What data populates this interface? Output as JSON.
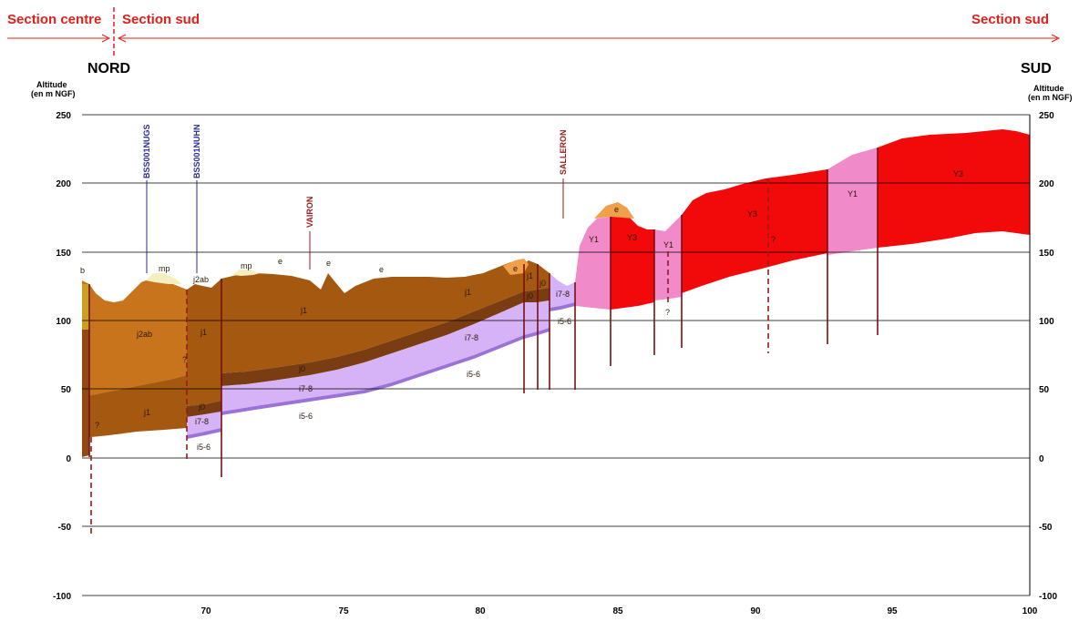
{
  "header": {
    "section_left": "Section centre",
    "section_middle": "Section sud",
    "section_right": "Section sud",
    "north": "NORD",
    "south": "SUD"
  },
  "axes": {
    "left_title_1": "Altitude",
    "left_title_2": "(en m NGF)",
    "right_title_1": "Altitude",
    "right_title_2": "(en m NGF)",
    "y_ticks": [
      "250",
      "200",
      "150",
      "100",
      "50",
      "0",
      "-50",
      "-100"
    ],
    "x_ticks": [
      "70",
      "75",
      "80",
      "85",
      "90",
      "95",
      "100"
    ]
  },
  "wells": [
    {
      "label": "BSS001NUGS",
      "color": "#2b2b9a"
    },
    {
      "label": "BSS001NUHN",
      "color": "#2b2b9a"
    },
    {
      "label": "VAIRON",
      "color": "#9a1a1a"
    },
    {
      "label": "SALLERON",
      "color": "#9a1a1a"
    }
  ],
  "layer_labels": {
    "mp1": "mp",
    "mp2": "mp",
    "e1": "e",
    "e2": "e",
    "e3": "e",
    "e4": "e",
    "e5": "e",
    "j2ab1": "j2ab",
    "j2ab2": "j2ab",
    "j1a": "j1",
    "j1b": "j1",
    "j1c": "j1",
    "j1d": "j1",
    "j1e": "j1",
    "j0a": "j0",
    "j0b": "j0",
    "j0c": "j0",
    "j0d": "j0",
    "i78a": "i7-8",
    "i78b": "i7-8",
    "i78c": "i7-8",
    "i78d": "i7-8",
    "i56a": "i5-6",
    "i56b": "i5-6",
    "i56c": "i5-6",
    "i56d": "i5-6",
    "y1a": "Y1",
    "y1b": "Y1",
    "y1c": "Y1",
    "y3a": "Y3",
    "y3b": "Y3",
    "y3c": "Y3",
    "q1": "?",
    "q2": "?",
    "q3": "?",
    "q4": "?",
    "q5": "b"
  },
  "colors": {
    "section": "#e0201a",
    "j2ab": "#c8741c",
    "j1": "#a5580f",
    "j0": "#7a3d12",
    "i78": "#d6b3f7",
    "i56": "#9a72d8",
    "y1": "#f08ac8",
    "y3": "#f20a0a",
    "e": "#f0a04a",
    "mp": "#f5eec0",
    "fault": "#7a1010"
  }
}
